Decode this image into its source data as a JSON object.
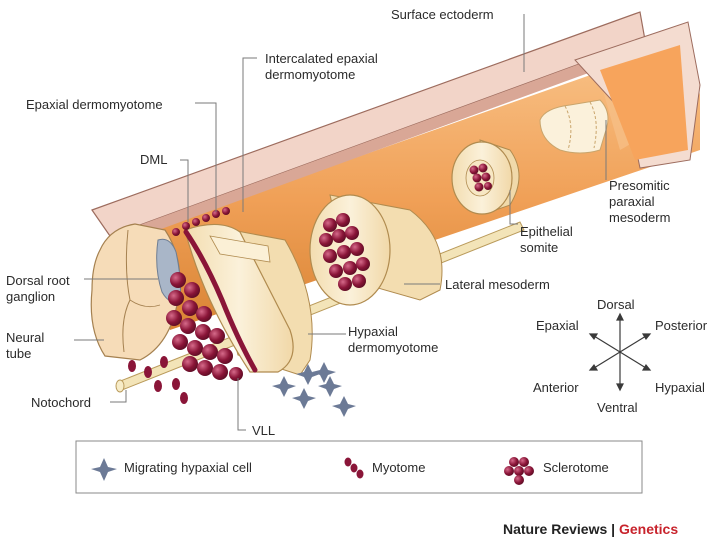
{
  "labels": {
    "surface_ectoderm": "Surface ectoderm",
    "intercalated_line1": "Intercalated epaxial",
    "intercalated_line2": "dermomyotome",
    "epaxial_dermomyotome": "Epaxial dermomyotome",
    "dml": "DML",
    "dorsal_root_line1": "Dorsal root",
    "dorsal_root_line2": "ganglion",
    "neural_tube_line1": "Neural",
    "neural_tube_line2": "tube",
    "notochord": "Notochord",
    "vll": "VLL",
    "hypaxial_line1": "Hypaxial",
    "hypaxial_line2": "dermomyotome",
    "lateral_mesoderm": "Lateral mesoderm",
    "epithelial_line1": "Epithelial",
    "epithelial_line2": "somite",
    "presomitic_line1": "Presomitic",
    "presomitic_line2": "paraxial",
    "presomitic_line3": "mesoderm"
  },
  "axes": {
    "dorsal": "Dorsal",
    "ventral": "Ventral",
    "epaxial": "Epaxial",
    "posterior": "Posterior",
    "anterior": "Anterior",
    "hypaxial": "Hypaxial"
  },
  "legend": {
    "migrating": "Migrating hypaxial cell",
    "myotome": "Myotome",
    "sclerotome": "Sclerotome"
  },
  "credit": {
    "journal": "Nature Reviews",
    "separator": " | ",
    "section": "Genetics"
  },
  "colors": {
    "mesoderm": "#f2a65a",
    "ectoderm": "#f1cfc4",
    "cream": "#f7e9c9",
    "cells": "#8a1538",
    "credit_accent": "#c8232c"
  }
}
